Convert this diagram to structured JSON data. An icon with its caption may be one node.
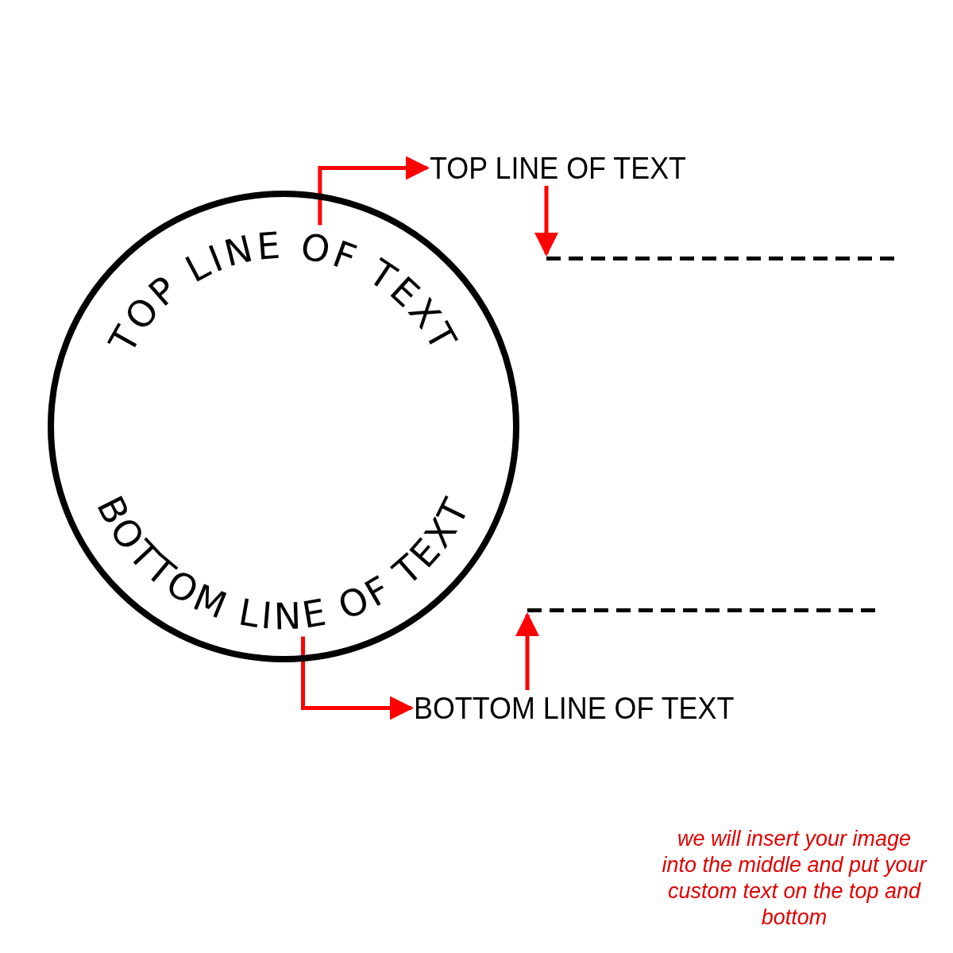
{
  "diagram": {
    "nodes": [
      {
        "text": [],
        "shape": "circle"
      },
      {
        "text": [
          "TOP LINE OF TEXT"
        ],
        "in": 0
      },
      {
        "text": [
          "BOTTOM LINE OF TEXT"
        ],
        "in": 0
      },
      {
        "text": [
          "TOP LINE OF TEXT"
        ]
      },
      {
        "text": [],
        "shape": "line"
      },
      {
        "text": [],
        "shape": "line"
      },
      {
        "text": [
          "BOTTOM LINE OF TEXT"
        ]
      }
    ],
    "edges": [
      {
        "from": 1,
        "to": 3,
        "arrow": "to"
      },
      {
        "from": 3,
        "to": 4,
        "arrow": "to"
      },
      {
        "from": 2,
        "to": 6,
        "arrow": "to"
      },
      {
        "from": 6,
        "to": 5,
        "arrow": "to"
      }
    ],
    "labels": [
      "we will insert your image into the middle and put your custom text on the top and bottom"
    ]
  }
}
